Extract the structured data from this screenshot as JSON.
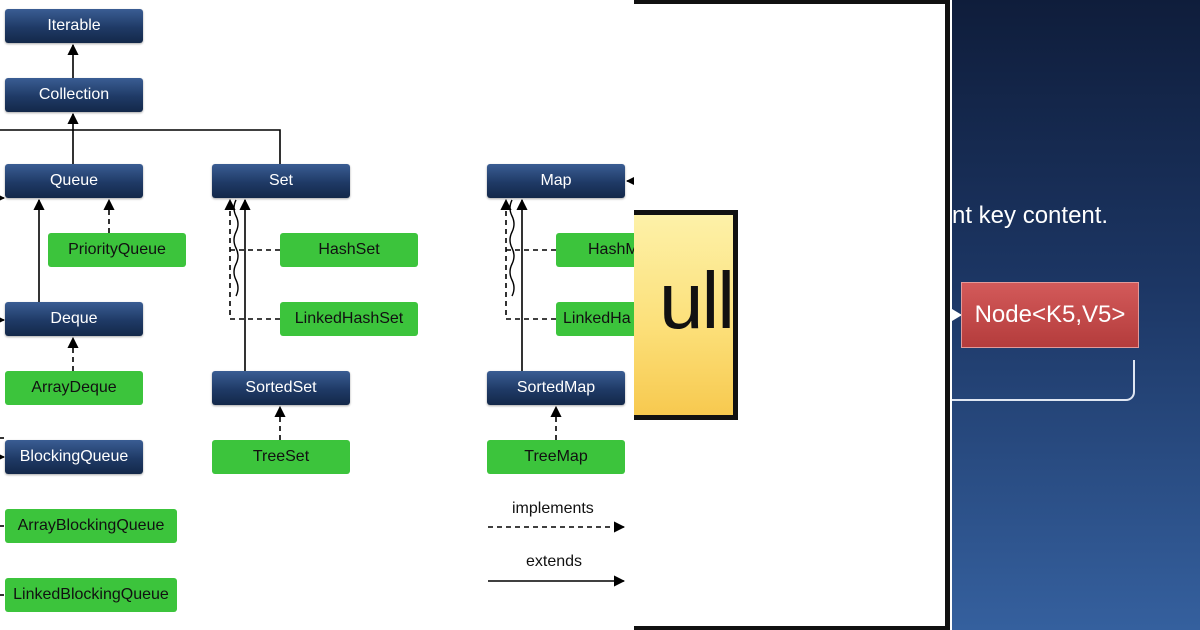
{
  "diagram": {
    "interfaces": {
      "iterable": "Iterable",
      "collection": "Collection",
      "queue": "Queue",
      "set": "Set",
      "map": "Map",
      "deque": "Deque",
      "sorted_set": "SortedSet",
      "sorted_map": "SortedMap",
      "blocking_queue": "BlockingQueue"
    },
    "classes": {
      "priority_queue": "PriorityQueue",
      "hash_set": "HashSet",
      "linked_hash_set": "LinkedHashSet",
      "hash_map_partial": "HashM",
      "linked_hash_map_partial": "LinkedHa",
      "array_deque": "ArrayDeque",
      "tree_set": "TreeSet",
      "tree_map": "TreeMap",
      "array_blocking_queue": "ArrayBlockingQueue",
      "linked_blocking_queue": "LinkedBlockingQueue"
    },
    "legend": {
      "implements": "implements",
      "extends": "extends"
    },
    "colors": {
      "interface_fill": "#1f3a66",
      "class_fill": "#3cc43c"
    }
  },
  "slide_middle": {
    "box_text": "ull",
    "box_color": "#fce07a"
  },
  "slide_right": {
    "text": "nt key content.",
    "node_label": "Node<K5,V5>",
    "node_color": "#c44848"
  }
}
